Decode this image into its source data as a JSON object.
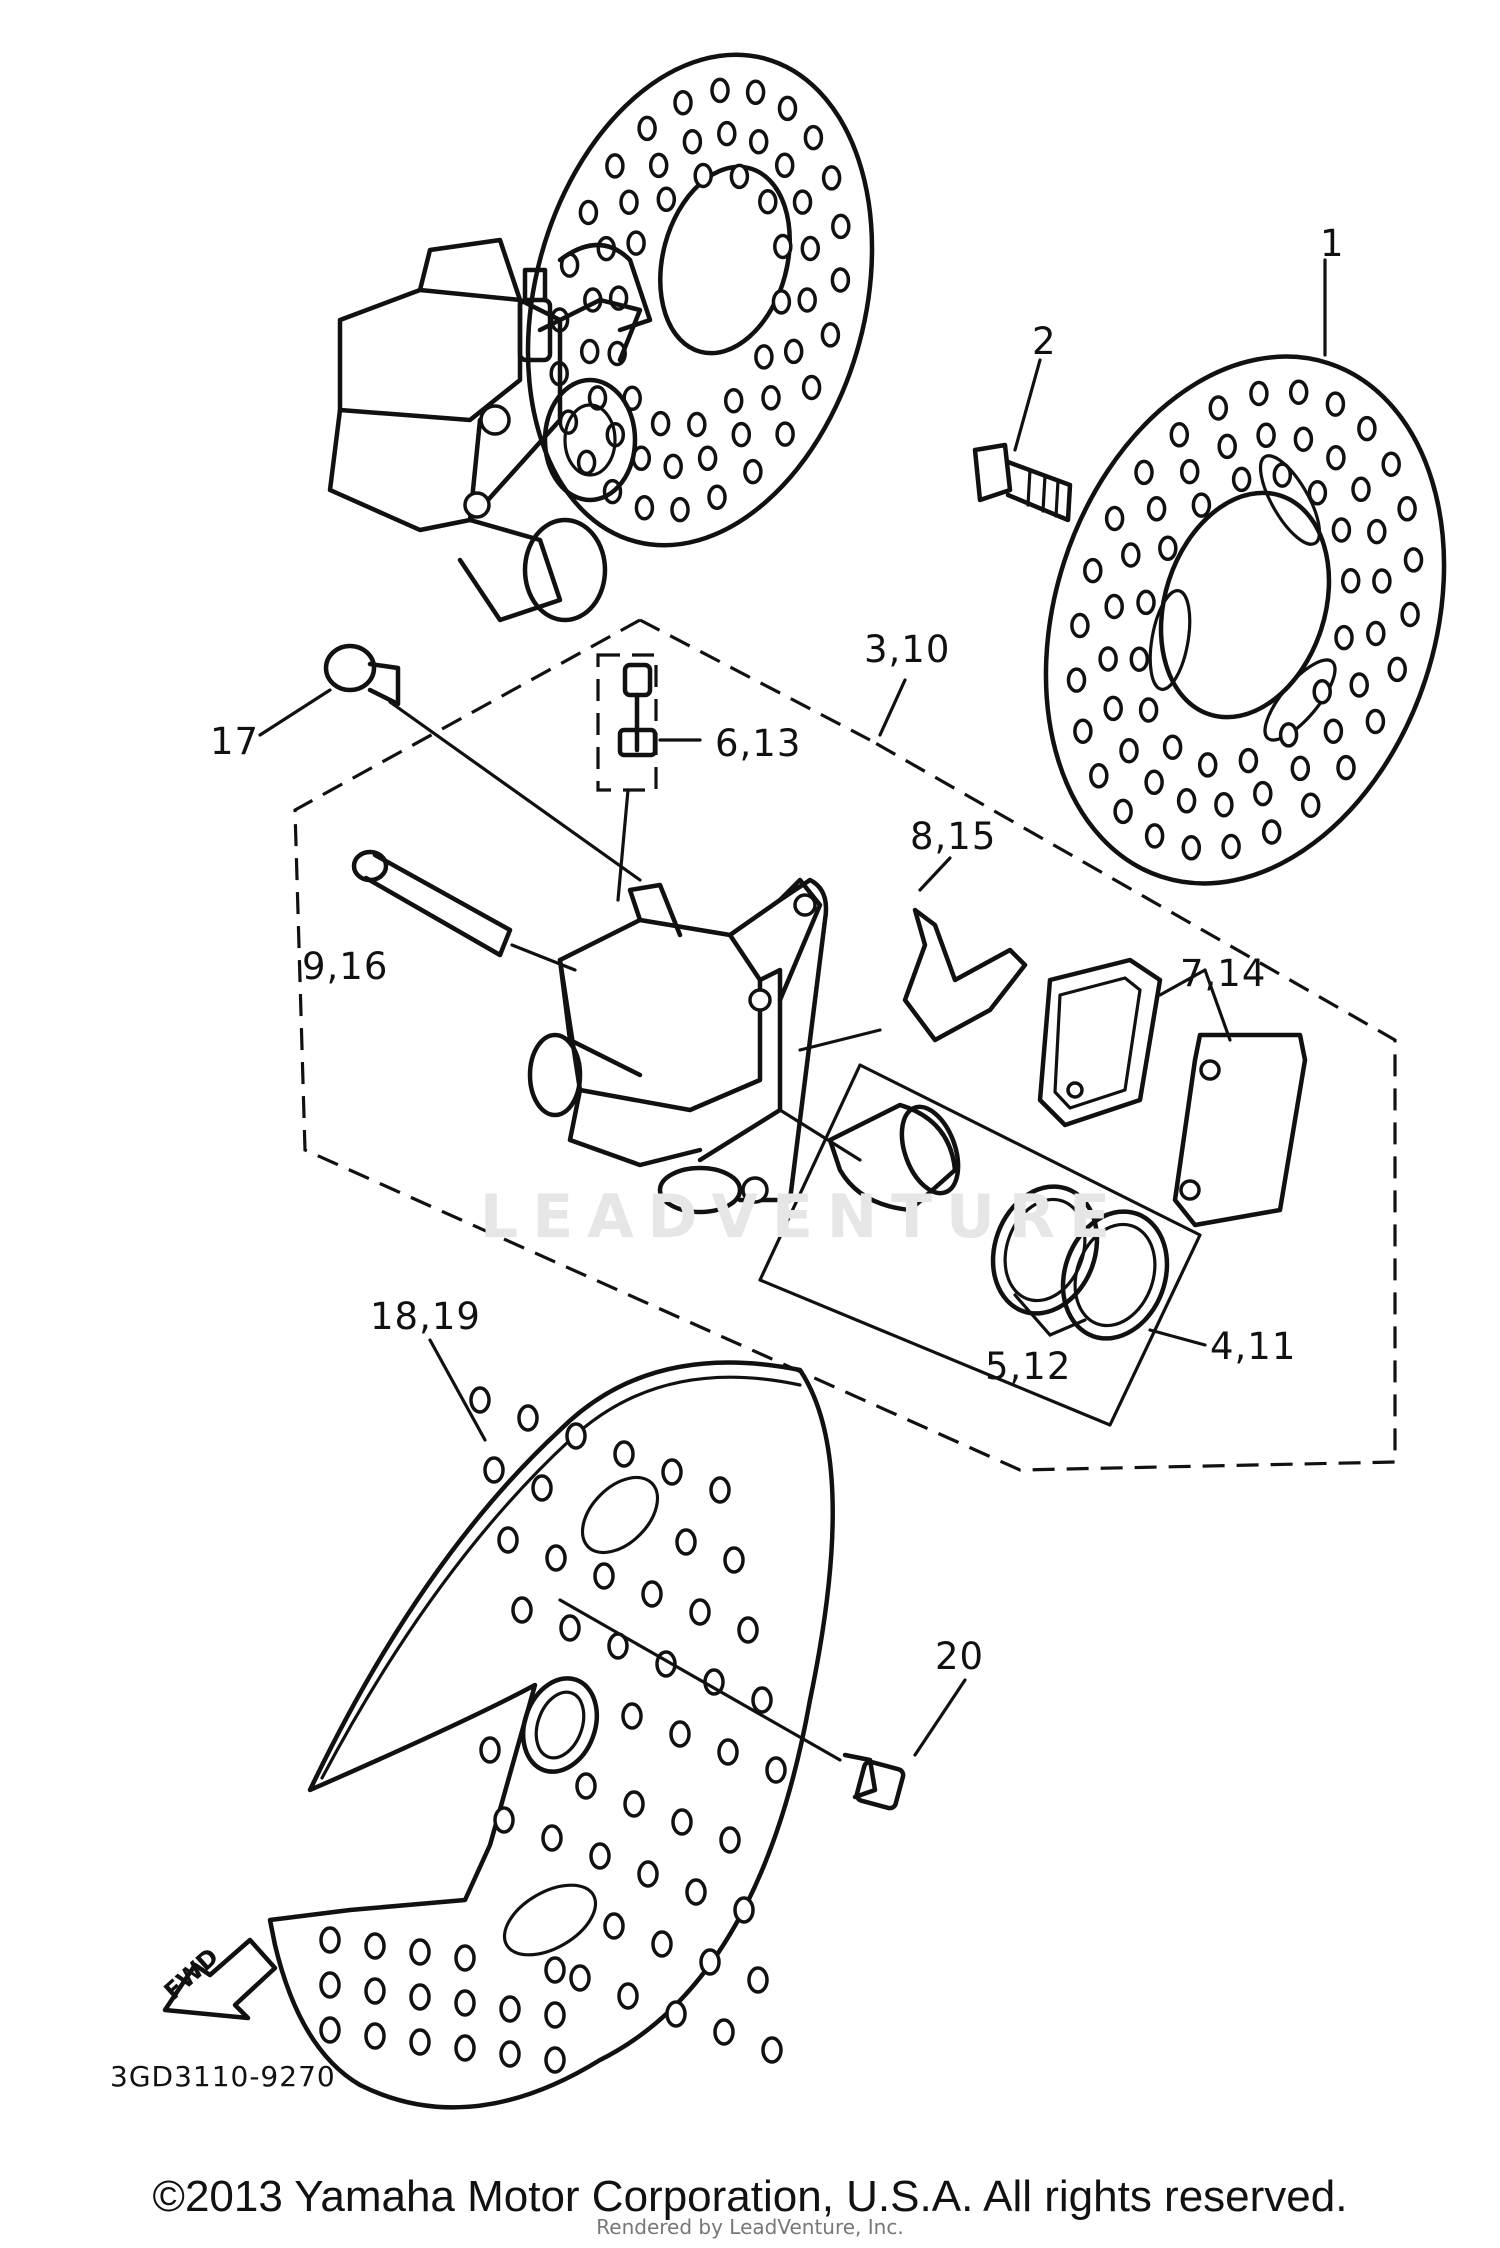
{
  "callouts": {
    "c1": "1",
    "c2": "2",
    "c3_10": "3,10",
    "c17": "17",
    "c6_13": "6,13",
    "c8_15": "8,15",
    "c9_16": "9,16",
    "c7_14": "7,14",
    "c4_11": "4,11",
    "c5_12": "5,12",
    "c18_19": "18,19",
    "c20": "20"
  },
  "diagram_code": "3GD3110-9270",
  "fwd_label": "FWD",
  "watermark": "LEADVENTURE",
  "footer": {
    "copyright": "©2013 Yamaha Motor Corporation, U.S.A. All rights reserved.",
    "rendered_by": "Rendered by LeadVenture, Inc."
  },
  "colors": {
    "ink": "#111111",
    "background": "#ffffff",
    "watermark": "#e6e6e6"
  }
}
